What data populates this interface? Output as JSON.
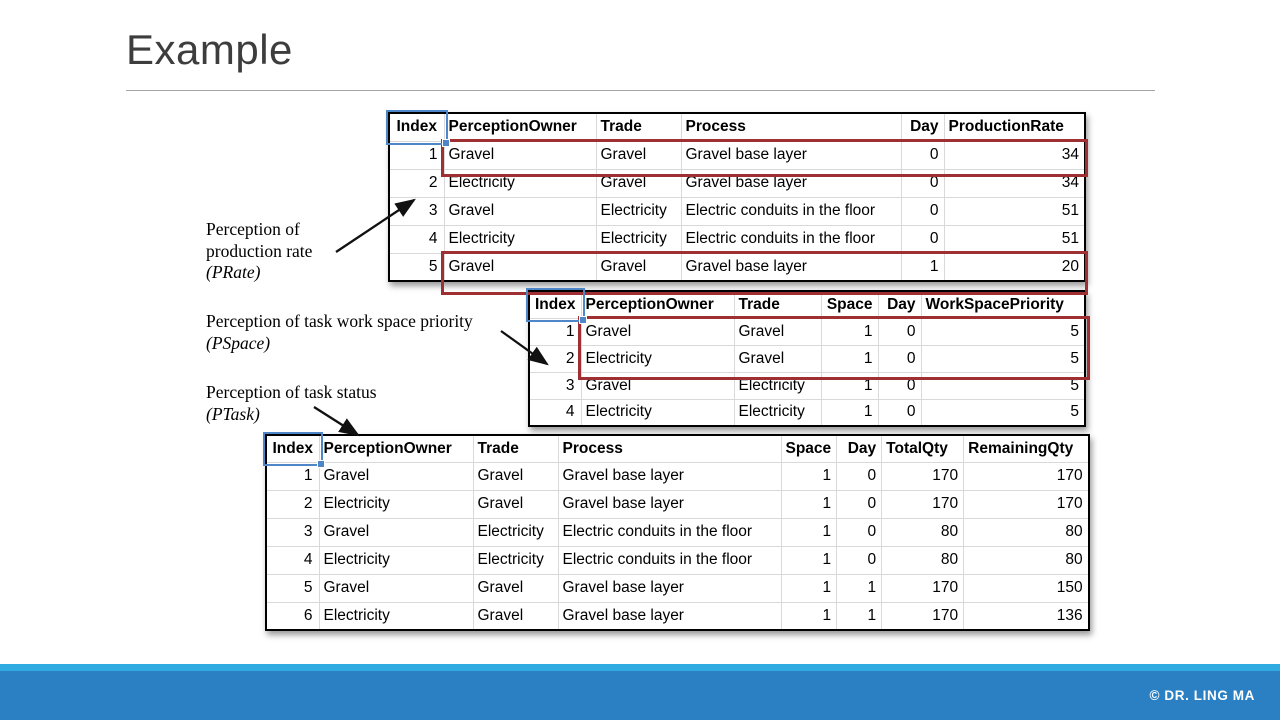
{
  "slide": {
    "title": "Example",
    "footer_text": "© DR. LING MA"
  },
  "annotations": [
    {
      "text": "Perception of production rate",
      "code": "(PRate)"
    },
    {
      "text": "Perception of task work space priority",
      "code": "(PSpace)"
    },
    {
      "text": "Perception of task status",
      "code": "(PTask)"
    }
  ],
  "tables": [
    {
      "id": "prate",
      "columns": [
        "Index",
        "PerceptionOwner",
        "Trade",
        "Process",
        "Day",
        "ProductionRate"
      ],
      "rows": [
        [
          "1",
          "Gravel",
          "Gravel",
          "Gravel base layer",
          "0",
          "34"
        ],
        [
          "2",
          "Electricity",
          "Gravel",
          "Gravel base layer",
          "0",
          "34"
        ],
        [
          "3",
          "Gravel",
          "Electricity",
          "Electric conduits in the floor",
          "0",
          "51"
        ],
        [
          "4",
          "Electricity",
          "Electricity",
          "Electric conduits in the floor",
          "0",
          "51"
        ],
        [
          "5",
          "Gravel",
          "Gravel",
          "Gravel base layer",
          "1",
          "20"
        ]
      ]
    },
    {
      "id": "pspace",
      "columns": [
        "Index",
        "PerceptionOwner",
        "Trade",
        "Space",
        "Day",
        "WorkSpacePriority"
      ],
      "rows": [
        [
          "1",
          "Gravel",
          "Gravel",
          "1",
          "0",
          "5"
        ],
        [
          "2",
          "Electricity",
          "Gravel",
          "1",
          "0",
          "5"
        ],
        [
          "3",
          "Gravel",
          "Electricity",
          "1",
          "0",
          "5"
        ],
        [
          "4",
          "Electricity",
          "Electricity",
          "1",
          "0",
          "5"
        ]
      ]
    },
    {
      "id": "ptask",
      "columns": [
        "Index",
        "PerceptionOwner",
        "Trade",
        "Process",
        "Space",
        "Day",
        "TotalQty",
        "RemainingQty"
      ],
      "rows": [
        [
          "1",
          "Gravel",
          "Gravel",
          "Gravel base layer",
          "1",
          "0",
          "170",
          "170"
        ],
        [
          "2",
          "Electricity",
          "Gravel",
          "Gravel base layer",
          "1",
          "0",
          "170",
          "170"
        ],
        [
          "3",
          "Gravel",
          "Electricity",
          "Electric conduits in the floor",
          "1",
          "0",
          "80",
          "80"
        ],
        [
          "4",
          "Electricity",
          "Electricity",
          "Electric conduits in the floor",
          "1",
          "0",
          "80",
          "80"
        ],
        [
          "5",
          "Gravel",
          "Gravel",
          "Gravel base layer",
          "1",
          "1",
          "170",
          "150"
        ],
        [
          "6",
          "Electricity",
          "Gravel",
          "Gravel base layer",
          "1",
          "1",
          "170",
          "136"
        ]
      ]
    }
  ],
  "colors": {
    "highlight_red": "#9e2f32",
    "selection_blue": "#4f86c8",
    "footer_bar": "#2a80c3",
    "footer_strip": "#2fabe1"
  }
}
